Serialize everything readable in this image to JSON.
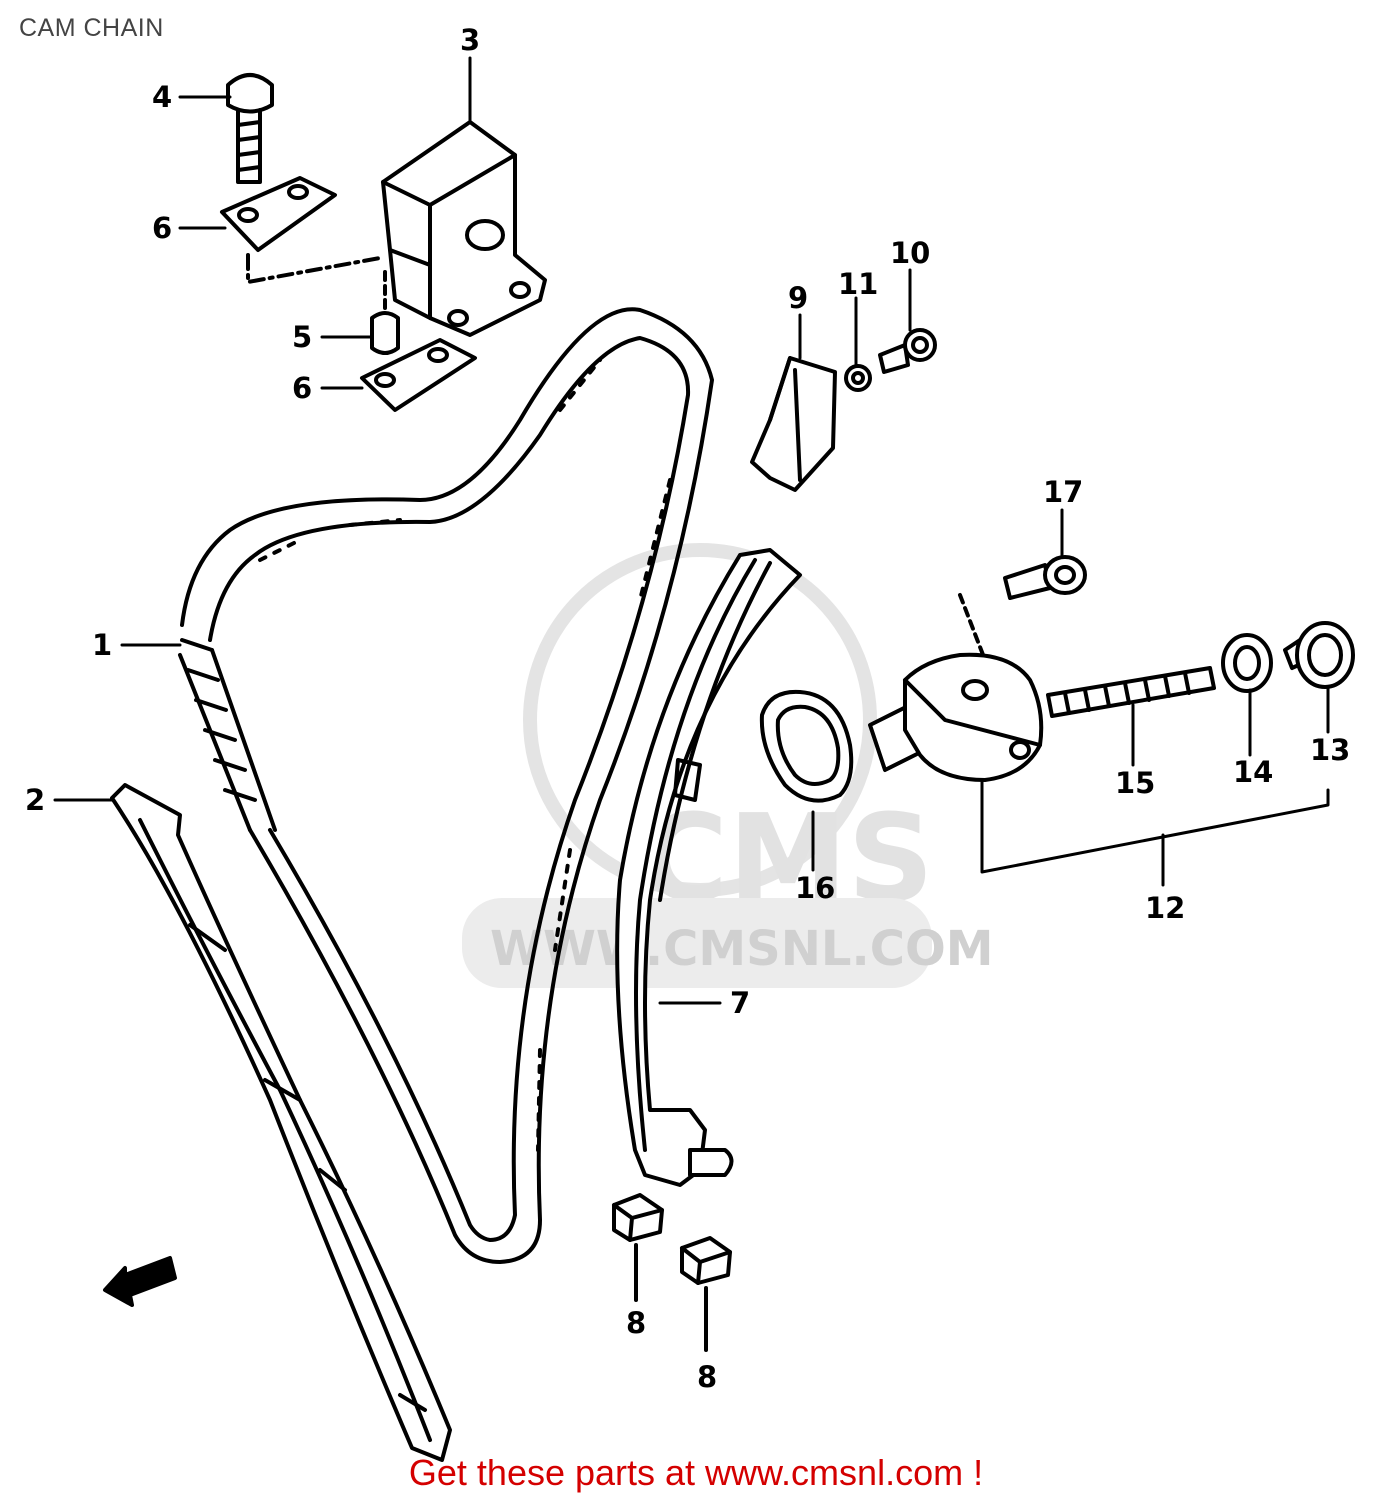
{
  "title": "CAM CHAIN",
  "watermark": {
    "logo_text": "CMS",
    "url_text": "WWW.CMSNL.COM"
  },
  "footer": {
    "text": "Get these parts at www.cmsnl.com !"
  },
  "callouts": {
    "p1": "1",
    "p2": "2",
    "p3": "3",
    "p4": "4",
    "p5": "5",
    "p6a": "6",
    "p6b": "6",
    "p7": "7",
    "p8a": "8",
    "p8b": "8",
    "p9": "9",
    "p10": "10",
    "p11": "11",
    "p12": "12",
    "p13": "13",
    "p14": "14",
    "p15": "15",
    "p16": "16",
    "p17": "17"
  },
  "colors": {
    "line": "#000000",
    "footer": "#d40000",
    "watermark": "#dcdcdc"
  }
}
